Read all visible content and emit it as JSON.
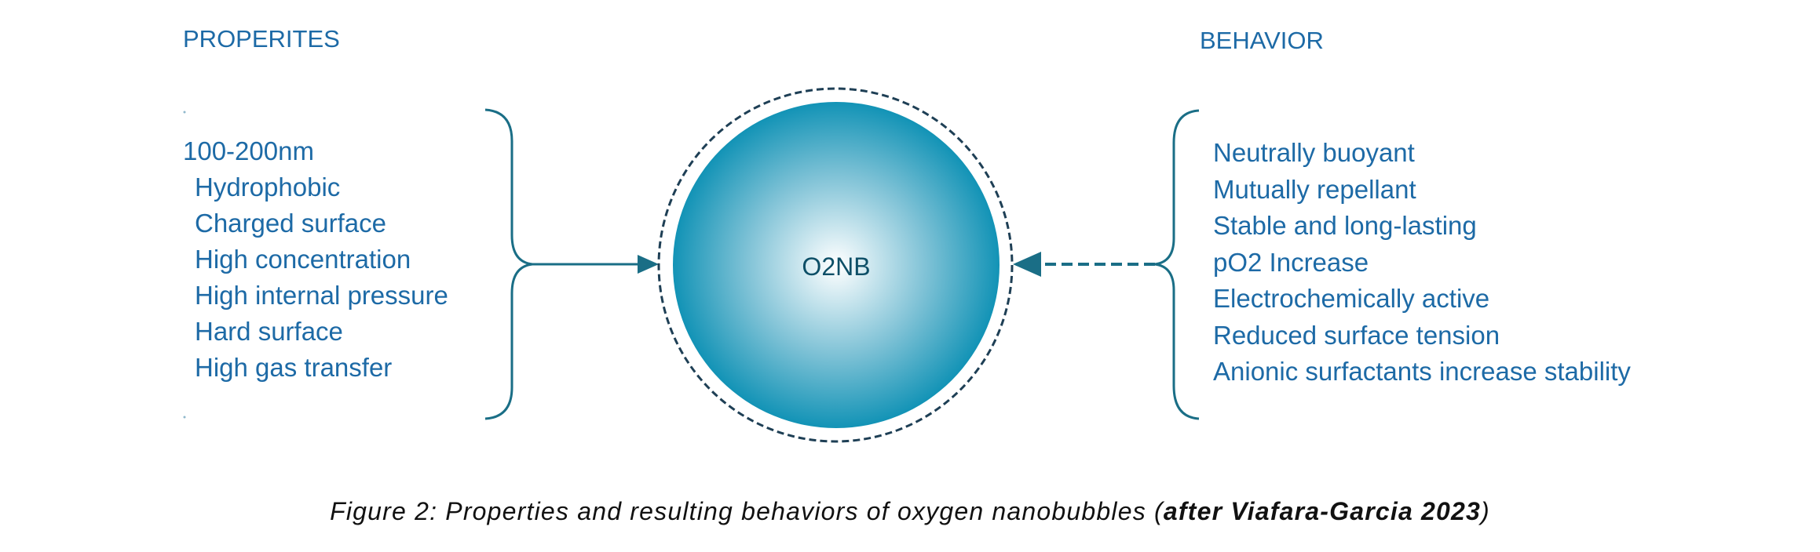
{
  "properties": {
    "heading": "PROPERITES",
    "items": [
      "100-200nm",
      "Hydrophobic",
      "Charged surface",
      "High concentration",
      "High internal pressure",
      "Hard surface",
      "High gas transfer"
    ]
  },
  "behavior": {
    "heading": "BEHAVIOR",
    "items": [
      "Neutrally buoyant",
      "Mutually repellant",
      "Stable and long-lasting",
      "pO2 Increase",
      "Electrochemically active",
      "Reduced surface tension",
      "Anionic surfactants increase stability"
    ]
  },
  "center": {
    "label": "O2NB"
  },
  "caption": {
    "main": "Figure 2: Properties and resulting behaviors of oxygen nanobubbles (",
    "bold": "after Viafara-Garcia 2023",
    "end": ")"
  },
  "colors": {
    "text": "#1d6aa6",
    "line": "#1a6e86",
    "bubble": "#1596b8",
    "dash": "#1e3f55"
  }
}
